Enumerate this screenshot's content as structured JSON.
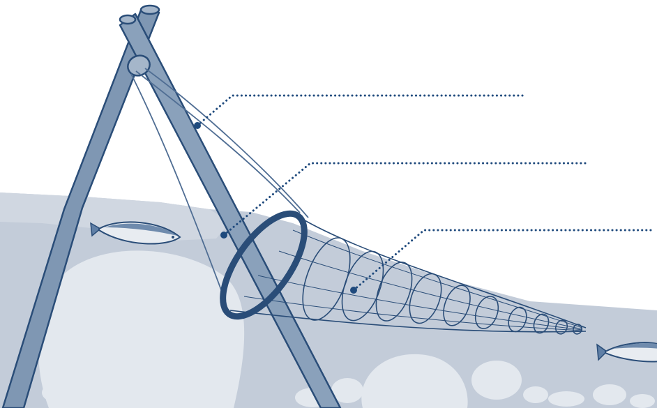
{
  "diagram": {
    "callouts": [
      {
        "id": "pole",
        "label": ""
      },
      {
        "id": "water",
        "label": ""
      },
      {
        "id": "net",
        "label": ""
      }
    ]
  },
  "colors": {
    "background": "#ffffff",
    "water": "#c3ccd9",
    "water_light": "#d3d9e2",
    "rock": "#e3e8ee",
    "pole_fill": "#7f97b3",
    "ink": "#2a4d78",
    "ink_light": "#4f6d93",
    "leader": "#1f4a7d",
    "fish_body": "#e8ecf1"
  }
}
